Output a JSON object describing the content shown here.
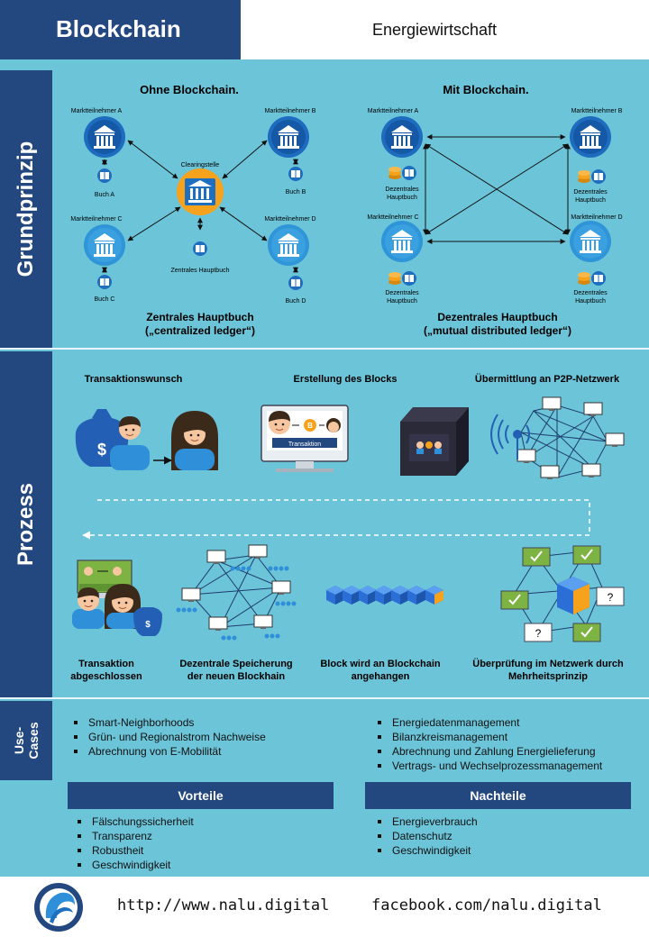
{
  "header": {
    "title": "Blockchain",
    "subtitle": "Energiewirtschaft"
  },
  "sections": {
    "grundprinzip": "Grundprinzip",
    "prozess": "Prozess",
    "use_cases": [
      "Use-",
      "Cases"
    ]
  },
  "grundprinzip": {
    "left": {
      "title": "Ohne Blockchain.",
      "clearing": "Clearingstelle",
      "central_book": "Zentrales Hauptbuch",
      "participants": [
        {
          "name": "Marktteilnehmer A",
          "book": "Buch A"
        },
        {
          "name": "Marktteilnehmer B",
          "book": "Buch B"
        },
        {
          "name": "Marktteilnehmer C",
          "book": "Buch C"
        },
        {
          "name": "Marktteilnehmer D",
          "book": "Buch D"
        }
      ],
      "caption_line1": "Zentrales Hauptbuch",
      "caption_line2": "(„centralized ledger“)"
    },
    "right": {
      "title": "Mit Blockchain.",
      "participants": [
        "Marktteilnehmer A",
        "Marktteilnehmer B",
        "Marktteilnehmer C",
        "Marktteilnehmer D"
      ],
      "ledger_line1": "Dezentrales",
      "ledger_line2": "Hauptbuch",
      "caption_line1": "Dezentrales Hauptbuch",
      "caption_line2": "(„mutual distributed ledger“)"
    }
  },
  "prozess": {
    "step1": "Transaktionswunsch",
    "step2": "Erstellung des Blocks",
    "step3": "Übermittlung an P2P-Netzwerk",
    "screen_label": "Transaktion",
    "coin_symbol": "B",
    "dollar_symbol": "$",
    "question_mark": "?",
    "step4_line1": "Transaktion",
    "step4_line2": "abgeschlossen",
    "step5_line1": "Dezentrale Speicherung",
    "step5_line2": "der neuen Blockhain",
    "step6_line1": "Block wird an Blockchain",
    "step6_line2": "angehangen",
    "step7_line1": "Überprüfung im Netzwerk durch",
    "step7_line2": "Mehrheitsprinzip"
  },
  "use_cases": {
    "left": [
      "Smart-Neighborhoods",
      "Grün- und Regionalstrom Nachweise",
      "Abrechnung von E-Mobilität"
    ],
    "right": [
      "Energiedatenmanagement",
      "Bilanzkreismanagement",
      "Abrechnung und Zahlung Energielieferung",
      "Vertrags- und Wechselprozessmanagement"
    ]
  },
  "vorteile": {
    "title": "Vorteile",
    "items": [
      "Fälschungssicherheit",
      "Transparenz",
      "Robustheit",
      "Geschwindigkeit"
    ]
  },
  "nachteile": {
    "title": "Nachteile",
    "items": [
      "Energieverbrauch",
      "Datenschutz",
      "Geschwindigkeit"
    ]
  },
  "footer": {
    "website": "http://www.nalu.digital",
    "facebook": "facebook.com/nalu.digital"
  },
  "colors": {
    "navy": "#23477f",
    "background": "#6cc4d9",
    "bank": "#1e5fa8",
    "bank_light": "#3aa0e0",
    "orange": "#f6a21c",
    "green": "#7cb342"
  }
}
